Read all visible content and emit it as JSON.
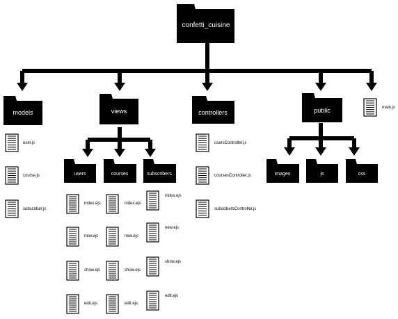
{
  "root": {
    "label": "confetti_cuisine"
  },
  "folders": {
    "models": "models",
    "views": "views",
    "controllers": "controllers",
    "public": "public",
    "users": "users",
    "courses": "courses",
    "subscribers": "subscribers",
    "images": "images",
    "js": "js",
    "css": "css"
  },
  "files": {
    "main": "main.js",
    "models": [
      "user.js",
      "course.js",
      "subscriber.js"
    ],
    "controllers": [
      "usersController.js",
      "coursesController.js",
      "subscibersController.js"
    ],
    "users": [
      "index.ejs",
      "new.ejs",
      "show.ejs",
      "edit.ejs"
    ],
    "courses": [
      "index.ejs",
      "new.ejs",
      "show.ejs",
      "edit.ejs"
    ],
    "subscribers": [
      "index.ejs",
      "new.ejs",
      "show.ejs",
      "edit.ejs"
    ]
  },
  "colors": {
    "ink": "#000000",
    "paper": "#ffffff"
  },
  "icons": {
    "folder": "folder-icon",
    "file": "file-icon"
  }
}
